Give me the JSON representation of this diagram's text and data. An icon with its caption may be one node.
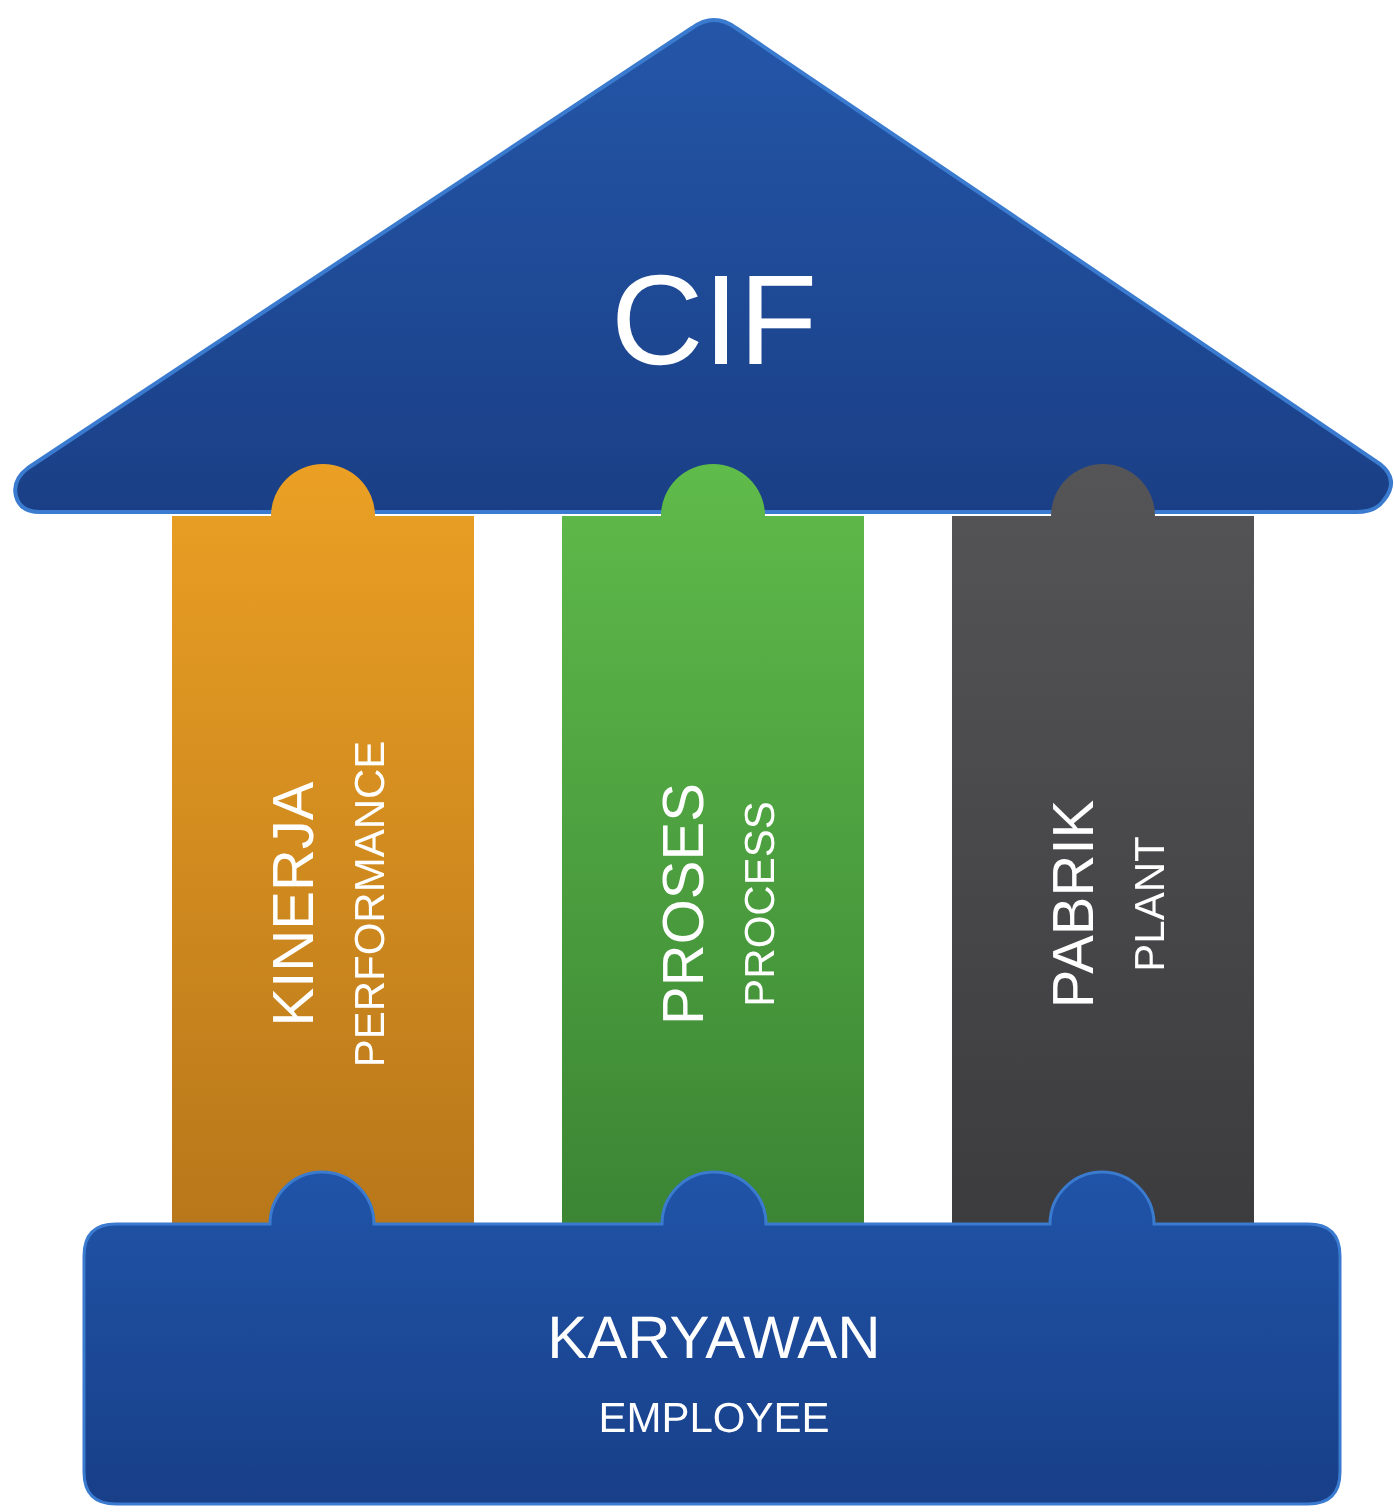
{
  "diagram": {
    "nodes": [
      {
        "text": [
          "CIF"
        ]
      },
      {
        "text": [
          "KINERJA",
          "PERFORMANCE"
        ]
      },
      {
        "text": [
          "PROSES",
          "PROCESS"
        ]
      },
      {
        "text": [
          "PABRIK",
          "PLANT"
        ]
      },
      {
        "text": [
          "KARYAWAN",
          "EMPLOYEE"
        ]
      }
    ]
  }
}
